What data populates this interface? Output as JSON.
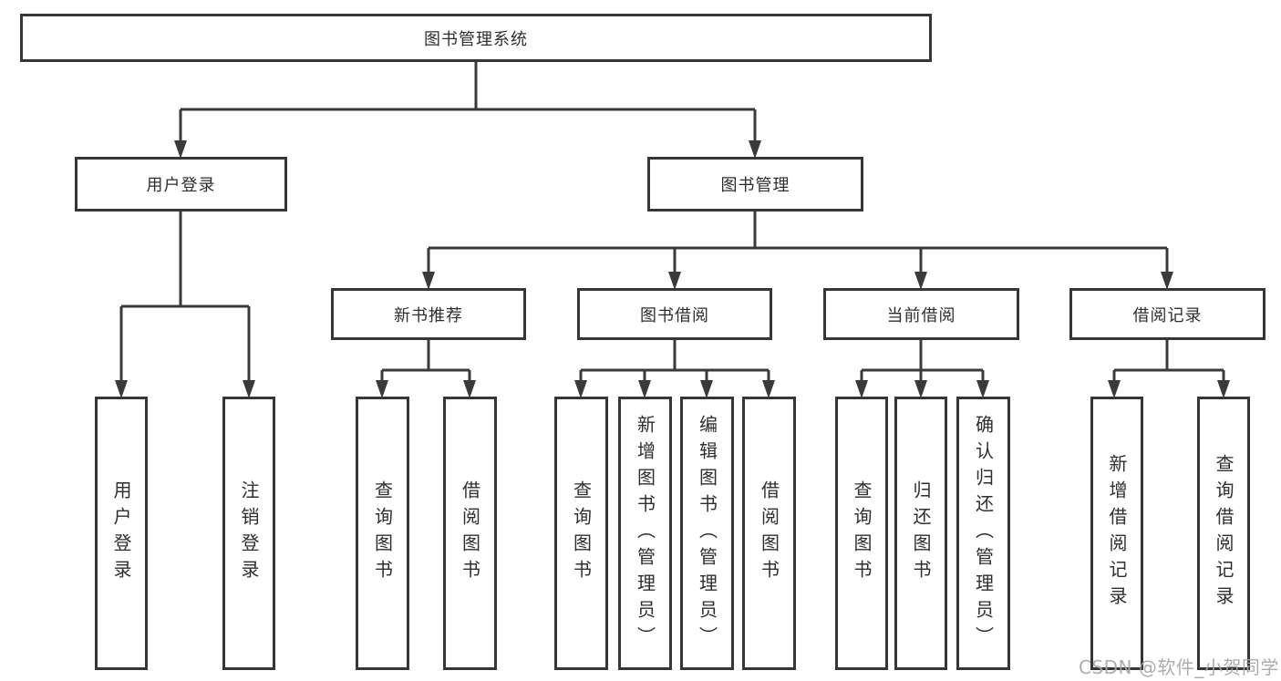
{
  "diagram": {
    "title_node": {
      "label": "图书管理系统"
    },
    "level2": {
      "user_login_group": {
        "label": "用户登录"
      },
      "book_management_group": {
        "label": "图书管理"
      }
    },
    "level3": {
      "new_book_recommend": {
        "label": "新书推荐"
      },
      "book_borrowing": {
        "label": "图书借阅"
      },
      "current_borrowing": {
        "label": "当前借阅"
      },
      "borrowing_records": {
        "label": "借阅记录"
      }
    },
    "leaves": {
      "user_login": {
        "label": "用户登录"
      },
      "logout": {
        "label": "注销登录"
      },
      "query_books_1": {
        "label": "查询图书"
      },
      "borrow_books_1": {
        "label": "借阅图书"
      },
      "query_books_2": {
        "label": "查询图书"
      },
      "add_books_admin": {
        "label": "新增图书（管理员）"
      },
      "edit_books_admin": {
        "label": "编辑图书（管理员）"
      },
      "borrow_books_2": {
        "label": "借阅图书"
      },
      "query_books_3": {
        "label": "查询图书"
      },
      "return_books": {
        "label": "归还图书"
      },
      "confirm_return_admin": {
        "label": "确认归还（管理员）"
      },
      "add_borrow_record": {
        "label": "新增借阅记录"
      },
      "query_borrow_record": {
        "label": "查询借阅记录"
      }
    }
  },
  "watermark": {
    "text": "CSDN @软件_小贺同学"
  },
  "colors": {
    "line": "#3a3a3a",
    "box_border": "#363636",
    "text": "#2e2e2e",
    "watermark": "#a7a7a7",
    "background": "#ffffff"
  }
}
